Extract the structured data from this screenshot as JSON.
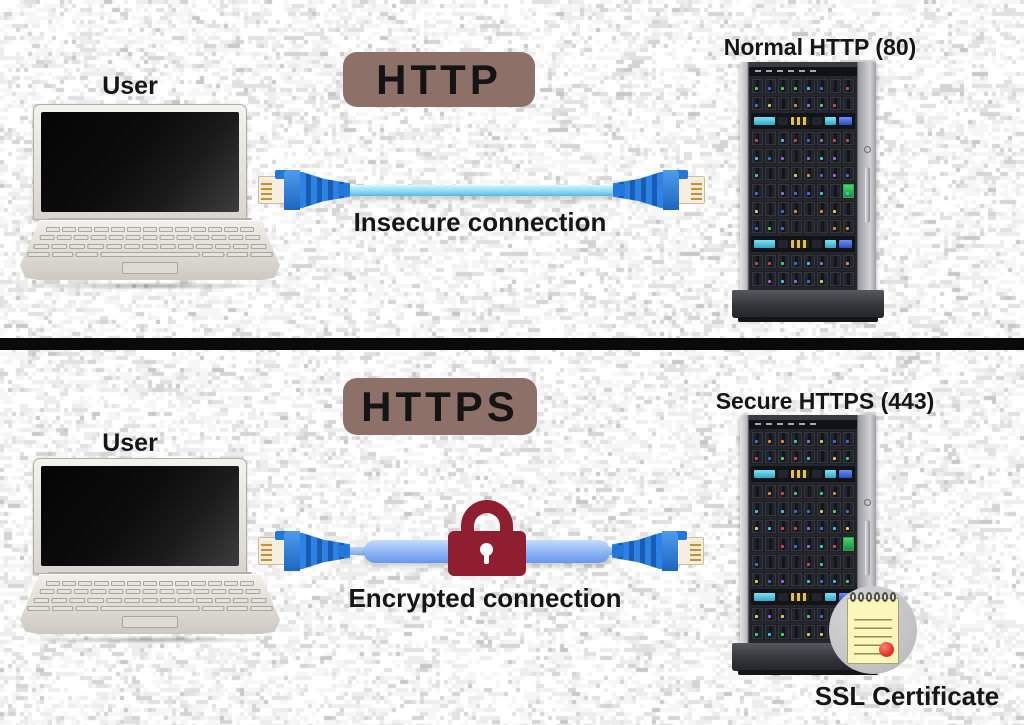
{
  "http_section": {
    "user_label": "User",
    "badge_label": "HTTP",
    "server_label": "Normal HTTP (80)",
    "connection_label": "Insecure connection"
  },
  "https_section": {
    "user_label": "User",
    "badge_label": "HTTPS",
    "server_label": "Secure HTTPS (443)",
    "connection_label": "Encrypted connection",
    "certificate_label": "SSL Certificate"
  },
  "colors": {
    "badge_background": "#8d7068",
    "label_text": "#161616",
    "http_cable": "#8fdcf4",
    "https_cable": "#8cb6f6",
    "connector_blue": "#2277d8",
    "padlock_red": "#8e1e30",
    "certificate_paper": "#faf6bc",
    "certificate_seal": "#e6332a",
    "divider": "#0a0a0a",
    "background_base": "#f2f2f2"
  },
  "icons": {
    "padlock": "padlock-icon",
    "ssl_certificate": "ssl-certificate-icon",
    "rj45_connector": "rj45-connector-icon",
    "laptop": "laptop-illustration",
    "server_rack": "server-rack-illustration"
  }
}
